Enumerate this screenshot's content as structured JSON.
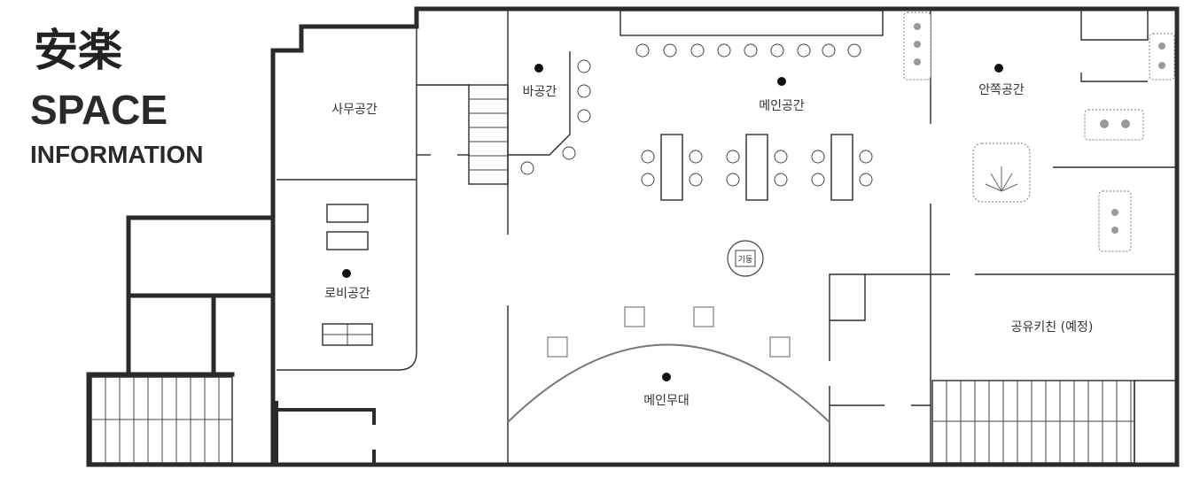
{
  "brand": {
    "logo": "安楽",
    "title": "SPACE",
    "subtitle": "INFORMATION"
  },
  "rooms": {
    "office": "사무공간",
    "bar": "바공간",
    "main": "메인공간",
    "inner": "안쪽공간",
    "lobby": "로비공간",
    "pillar": "기둥",
    "kitchen": "공유키친 (예정)",
    "stage": "메인무대"
  }
}
